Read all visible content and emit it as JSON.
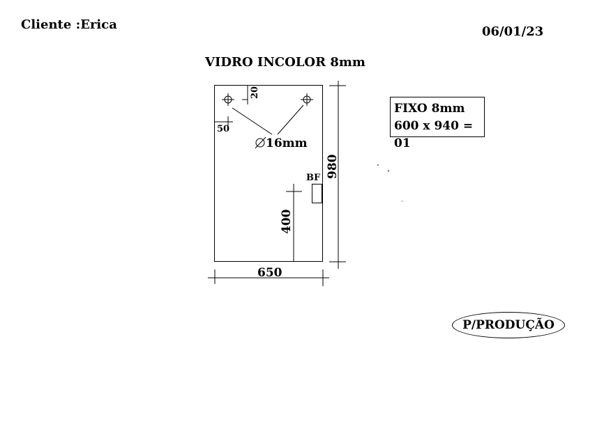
{
  "header": {
    "client": "Cliente :Erica",
    "date": "06/01/23"
  },
  "title": "VIDRO INCOLOR 8mm",
  "piece": {
    "type_label": "FIXO 8mm",
    "size_label": "600 x 940 = 01"
  },
  "dimensions": {
    "width": "650",
    "height": "980",
    "hole_diameter": "16mm",
    "hole_top_offset": "20",
    "hole_side_offset": "50",
    "bf_height": "400",
    "bf_label": "BF"
  },
  "badge": "P/PRODUÇÃO"
}
